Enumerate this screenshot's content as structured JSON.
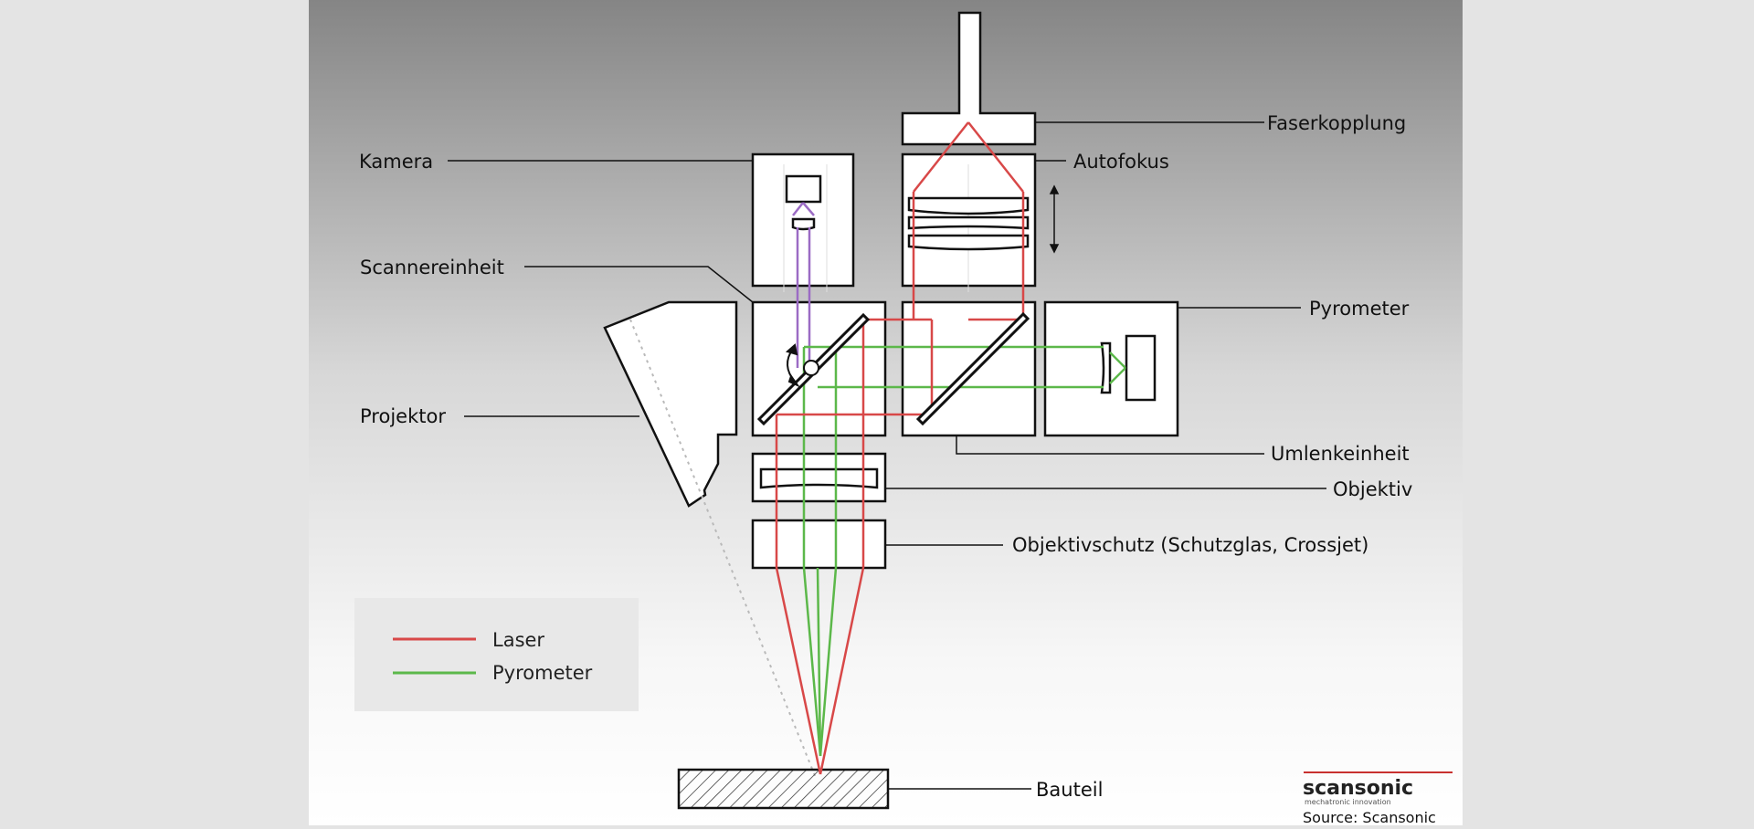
{
  "labels": {
    "faserkopplung": "Faserkopplung",
    "kamera": "Kamera",
    "autofokus": "Autofokus",
    "scannereinheit": "Scannereinheit",
    "pyrometer": "Pyrometer",
    "projektor": "Projektor",
    "umlenkeinheit": "Umlenkeinheit",
    "objektiv": "Objektiv",
    "objektivschutz": "Objektivschutz (Schutzglas, Crossjet)",
    "bauteil": "Bauteil"
  },
  "legend": {
    "laser": "Laser",
    "pyrometer": "Pyrometer"
  },
  "brand": {
    "name": "scansonic",
    "tagline": "mechatronic innovation",
    "source": "Source: Scansonic"
  },
  "colors": {
    "laser": "#d84848",
    "pyrometer": "#5cb84a",
    "camera": "#9b6bc4",
    "brand": "#c8312f"
  }
}
